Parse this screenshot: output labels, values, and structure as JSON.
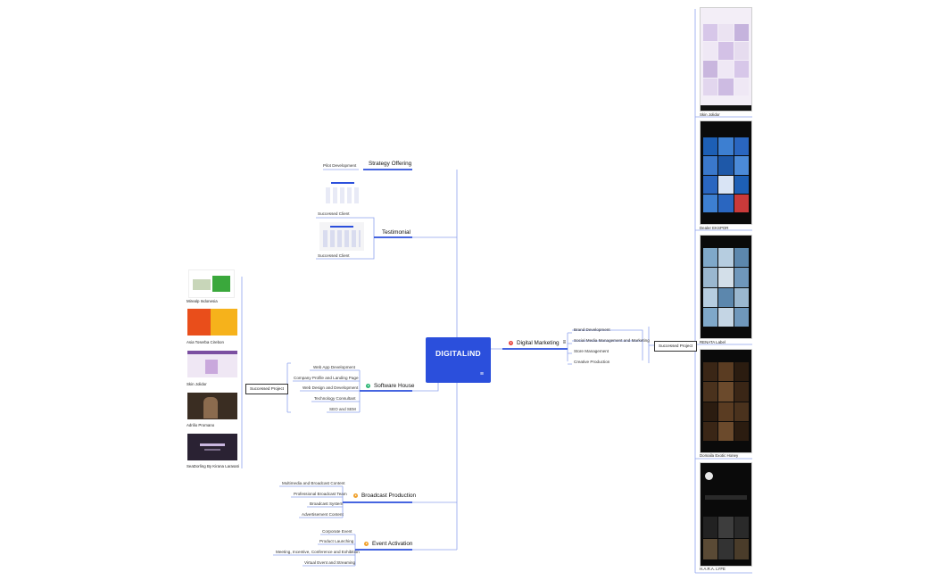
{
  "root": {
    "title": "DIGITALiND",
    "menu_icon": "menu-icon"
  },
  "branches": {
    "strategy": {
      "title": "Strategy Offering",
      "items": [
        "Pilot Development"
      ]
    },
    "testimonial": {
      "title": "Testimonial",
      "clients": [
        "Successed Client",
        "Successed Client"
      ]
    },
    "software": {
      "title": "Software House",
      "items": [
        "Web App Development",
        "Company Profile and Landing Page",
        "Web Design and Development",
        "Technology Consultant",
        "SEO and SEM"
      ],
      "project_label": "Successed Project"
    },
    "broadcast": {
      "title": "Broadcast Production",
      "items": [
        "Multimedia and Broadcast Content",
        "Professional Broadcast Team",
        "Broadcast System",
        "Advertisement Content"
      ]
    },
    "event": {
      "title": "Event Activation",
      "items": [
        "Corporate Event",
        "Product Launching",
        "Meeting, Incentive, Conference and Exhibition",
        "Virtual Event and Streaming"
      ]
    },
    "digital": {
      "title": "Digital Marketing",
      "items": [
        "Brand Development",
        "Social Media Management and Marketing",
        "Store Management",
        "Creative Production"
      ],
      "project_label": "Successed Project"
    }
  },
  "software_projects": [
    "Mirealp Indonesia",
    "Asia Toserba Cirebon",
    "Skin Jolidor",
    "Adrilio Promano",
    "SeaDorling By Kirana Larasati"
  ],
  "marketing_projects": [
    "Skin Jolidor",
    "Dealer EKSPOR",
    "RENATA Label",
    "Domaila Exotic Honey",
    "H.A.R.A. LYFE"
  ],
  "colors": {
    "accent": "#2b4fdc",
    "line": "#8fa3ee",
    "software_dot": "#2bb673",
    "digital_dot": "#e8463f",
    "broadcast_dot": "#f0a02a",
    "event_dot": "#f0a02a"
  }
}
